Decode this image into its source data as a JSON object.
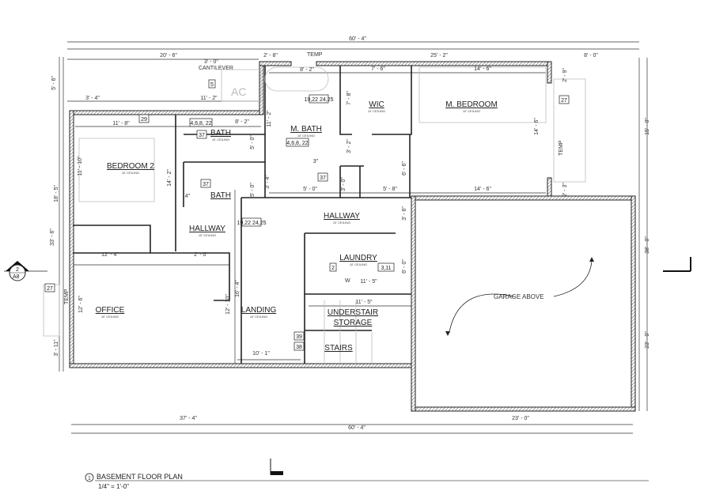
{
  "title": "BASEMENT FLOOR PLAN",
  "scale": "1/4\" = 1'-0\"",
  "view_number": "1",
  "section_marker": {
    "number": "2",
    "sheet": "A8"
  },
  "rooms": [
    {
      "name": "BEDROOM 2",
      "ceiling": "10' CEILING"
    },
    {
      "name": "BATH",
      "ceiling": "10' CEILING"
    },
    {
      "name": "BATH",
      "ceiling": ""
    },
    {
      "name": "M. BATH",
      "ceiling": "10' CEILING"
    },
    {
      "name": "WIC",
      "ceiling": "10' CEILING"
    },
    {
      "name": "M. BEDROOM",
      "ceiling": "10' CEILING"
    },
    {
      "name": "HALLWAY",
      "ceiling": "10' CEILING"
    },
    {
      "name": "HALLWAY",
      "ceiling": "10' CEILING"
    },
    {
      "name": "LAUNDRY",
      "ceiling": "10' CEILING"
    },
    {
      "name": "OFFICE",
      "ceiling": "10' CEILING"
    },
    {
      "name": "LANDING",
      "ceiling": "10' CEILING"
    },
    {
      "name": "UNDERSTAIR",
      "ceiling": ""
    },
    {
      "name": "STORAGE",
      "ceiling": ""
    },
    {
      "name": "STAIRS",
      "ceiling": ""
    }
  ],
  "dimensions": [
    "60' - 4\"",
    "20' - 6\"",
    "2' - 8\"",
    "25' - 2\"",
    "8' - 0\"",
    "5' - 6\"",
    "3' - 4\"",
    "11' - 2\"",
    "11' - 8\"",
    "8' - 2\"",
    "8' - 2\"",
    "7' - 6\"",
    "14' - 6\"",
    "14' - 6\"",
    "5' - 8\"",
    "11' - 10\"",
    "18' - 5\"",
    "33' - 6\"",
    "14' - 2\"",
    "5' - 0\"",
    "5' - 0\"",
    "11' - 2\"",
    "7' - 8\"",
    "3' - 2\"",
    "6' - 6\"",
    "14' - 6\"",
    "15' - 0\"",
    "2' - 9\"",
    "2' - 3\"",
    "12' - 4\"",
    "2' - 0\"",
    "12' - 6\"",
    "3' - 11\"",
    "12' - 10\"",
    "16' - 4\"",
    "10' - 1\"",
    "11' - 5\"",
    "11' - 5\"",
    "6' - 0\"",
    "38' - 0\"",
    "23' - 0\"",
    "37' - 4\"",
    "23' - 0\"",
    "60' - 4\"",
    "5' - 0\"",
    "3' - 0\"",
    "4\"",
    "3' - 4\"",
    "3' - 6\"",
    "3\""
  ],
  "tags": [
    "5",
    "29",
    "4,6,8,\n22",
    "37",
    "37",
    "19,22\n24,25",
    "4,6,8,\n22",
    "37",
    "19,22\n24,25",
    "27",
    "27",
    "2",
    "3,11",
    "39",
    "38"
  ],
  "notes": {
    "temp": "TEMP",
    "cantilever_dim": "3' - 0\"",
    "cantilever": "CANTILEVER",
    "ac": "AC",
    "garage": "GARAGE ABOVE",
    "washer": "W"
  }
}
